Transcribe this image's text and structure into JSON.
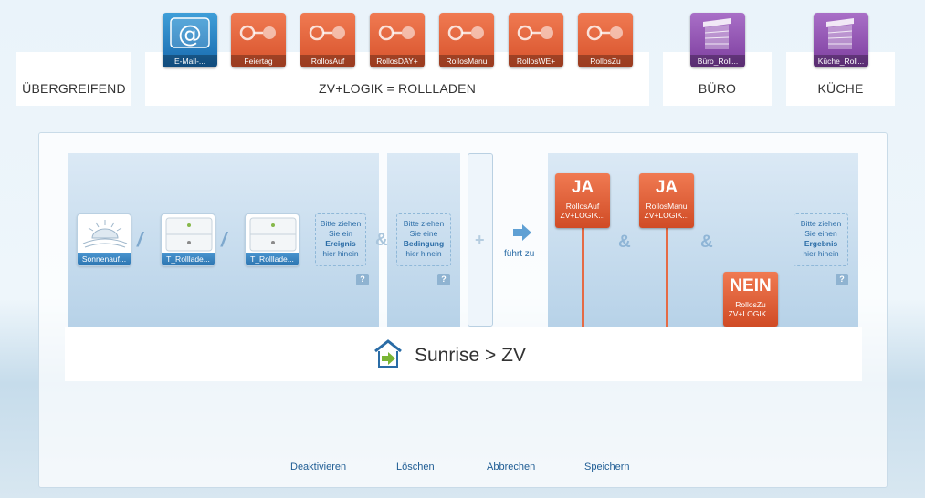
{
  "rooms": {
    "ubergreifend": "ÜBERGREIFEND",
    "zv": "ZV+LOGIK = ROLLLADEN",
    "buero": "BÜRO",
    "kueche": "KÜCHE"
  },
  "tiles": {
    "email": "E-Mail-...",
    "feiertag": "Feiertag",
    "rollosauf": "RollosAuf",
    "rollosday": "RollosDAY+",
    "rollosmanu": "RollosManu",
    "rolloswe": "RollosWE+",
    "rolloszu": "RollosZu",
    "buero_roll": "Büro_Roll...",
    "kueche_roll": "Küche_Roll..."
  },
  "events": {
    "sunrise": "Sonnenauf...",
    "rollladen1": "T_Rolllade...",
    "rollladen2": "T_Rolllade...",
    "drop_event_1": "Bitte ziehen",
    "drop_event_2": "Sie ein",
    "drop_event_3": "Ereignis",
    "drop_event_4": "hier hinein",
    "help": "?"
  },
  "conditions": {
    "drop_1": "Bitte ziehen",
    "drop_2": "Sie eine",
    "drop_3": "Bedingung",
    "drop_4": "hier hinein",
    "help": "?"
  },
  "operators": {
    "slash": "/",
    "and": "&",
    "plus": "+"
  },
  "leads_to": "führt zu",
  "results": {
    "ja1": {
      "status": "JA",
      "name": "RollosAuf",
      "group": "ZV+LOGIK..."
    },
    "ja2": {
      "status": "JA",
      "name": "RollosManu",
      "group": "ZV+LOGIK..."
    },
    "nein": {
      "status": "NEIN",
      "name": "RollosZu",
      "group": "ZV+LOGIK..."
    },
    "drop_1": "Bitte ziehen",
    "drop_2": "Sie einen",
    "drop_3": "Ergebnis",
    "drop_4": "hier hinein",
    "help": "?"
  },
  "rule_title": "Sunrise > ZV",
  "footer": {
    "deactivate": "Deaktivieren",
    "delete": "Löschen",
    "cancel": "Abbrechen",
    "save": "Speichern"
  },
  "colors": {
    "orange": "#e05c33",
    "blue": "#2c75b1",
    "purple": "#8e4fb2",
    "accent_green": "#7ab535"
  }
}
